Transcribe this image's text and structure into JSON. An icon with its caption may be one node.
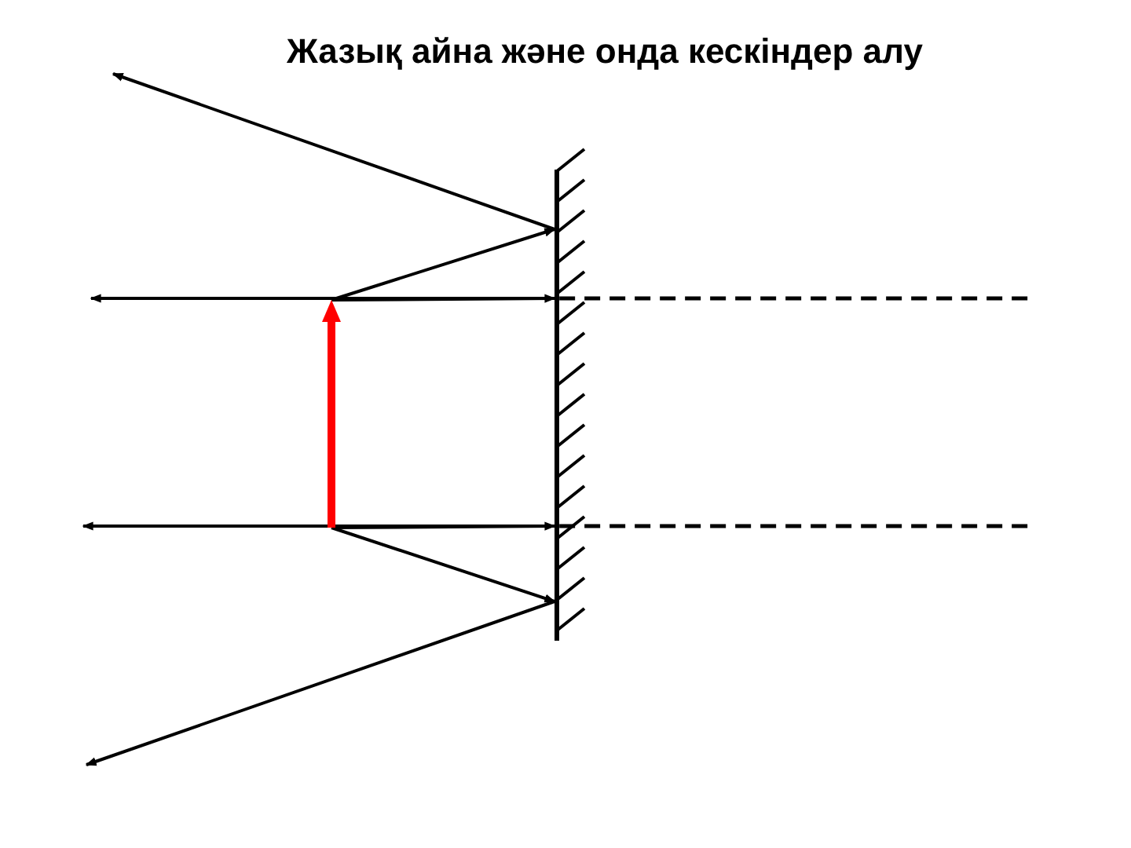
{
  "diagram": {
    "title": "Жазық айна және онда кескіндер алу",
    "nodes": [
      {
        "text": [],
        "shape": "mirror"
      },
      {
        "text": [],
        "shape": "arrow"
      }
    ],
    "edges": [
      {
        "from": 1,
        "to": 0,
        "arrow": "to"
      },
      {
        "from": 0,
        "to": null,
        "arrow": "to"
      },
      {
        "from": 1,
        "to": 0,
        "arrow": "to"
      },
      {
        "from": 0,
        "to": null,
        "arrow": "to"
      },
      {
        "from": 0,
        "to": null,
        "arrow": "none",
        "style": "dashed"
      },
      {
        "from": 1,
        "to": 0,
        "arrow": "to"
      },
      {
        "from": 0,
        "to": null,
        "arrow": "to"
      },
      {
        "from": 1,
        "to": 0,
        "arrow": "to"
      },
      {
        "from": 0,
        "to": null,
        "arrow": "to"
      },
      {
        "from": 0,
        "to": null,
        "arrow": "none",
        "style": "dashed"
      }
    ]
  }
}
